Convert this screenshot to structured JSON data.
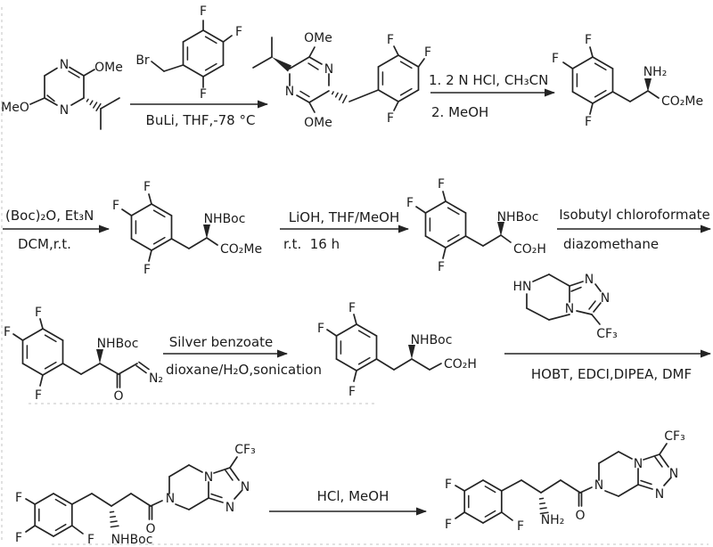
{
  "scheme": {
    "type": "chemical-reaction-scheme",
    "rows": 4,
    "steps": [
      {
        "above": "",
        "below": "BuLi, THF,-78 °C"
      },
      {
        "above": "1. 2 N HCl, CH₃CN",
        "below": "2. MeOH"
      },
      {
        "above": "(Boc)₂O, Et₃N",
        "below": "DCM,r.t."
      },
      {
        "above": "LiOH, THF/MeOH",
        "below": "r.t.  16 h"
      },
      {
        "above": "Isobutyl chloroformate",
        "below": "diazomethane"
      },
      {
        "above": "Silver benzoate",
        "below": "dioxane/H₂O,sonication"
      },
      {
        "above": "",
        "below": "HOBT, EDCI,DIPEA, DMF"
      },
      {
        "above": "HCl, MeOH",
        "below": ""
      }
    ]
  },
  "labels": {
    "N": "N",
    "HN": "HN",
    "F": "F",
    "Br": "Br",
    "O": "O",
    "OMe": "OMe",
    "MeO": "MeO",
    "NH2": "NH₂",
    "NHBoc": "NHBoc",
    "CO2Me": "CO₂Me",
    "CO2H": "CO₂H",
    "N2": "N₂",
    "CF3": "CF₃"
  }
}
